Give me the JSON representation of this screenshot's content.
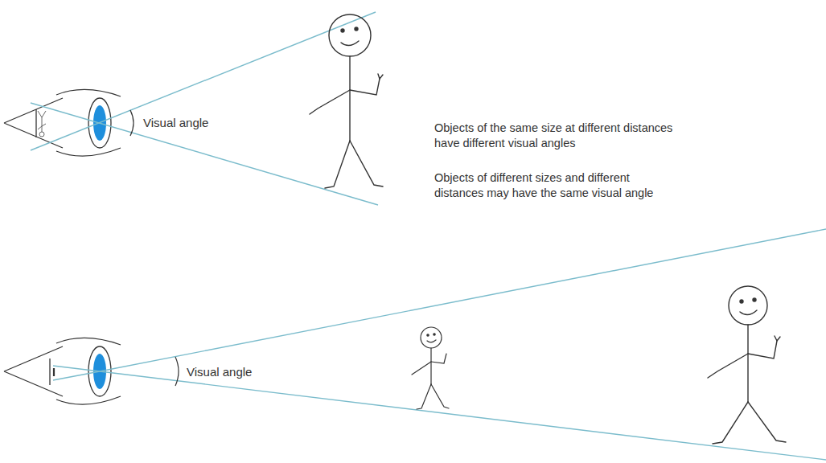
{
  "diagram": {
    "labels": [
      "Visual angle",
      "Objects of the same size at different distances have different visual angles",
      "Objects of different sizes and different distances may have the same visual angle",
      "Visual angle"
    ]
  }
}
